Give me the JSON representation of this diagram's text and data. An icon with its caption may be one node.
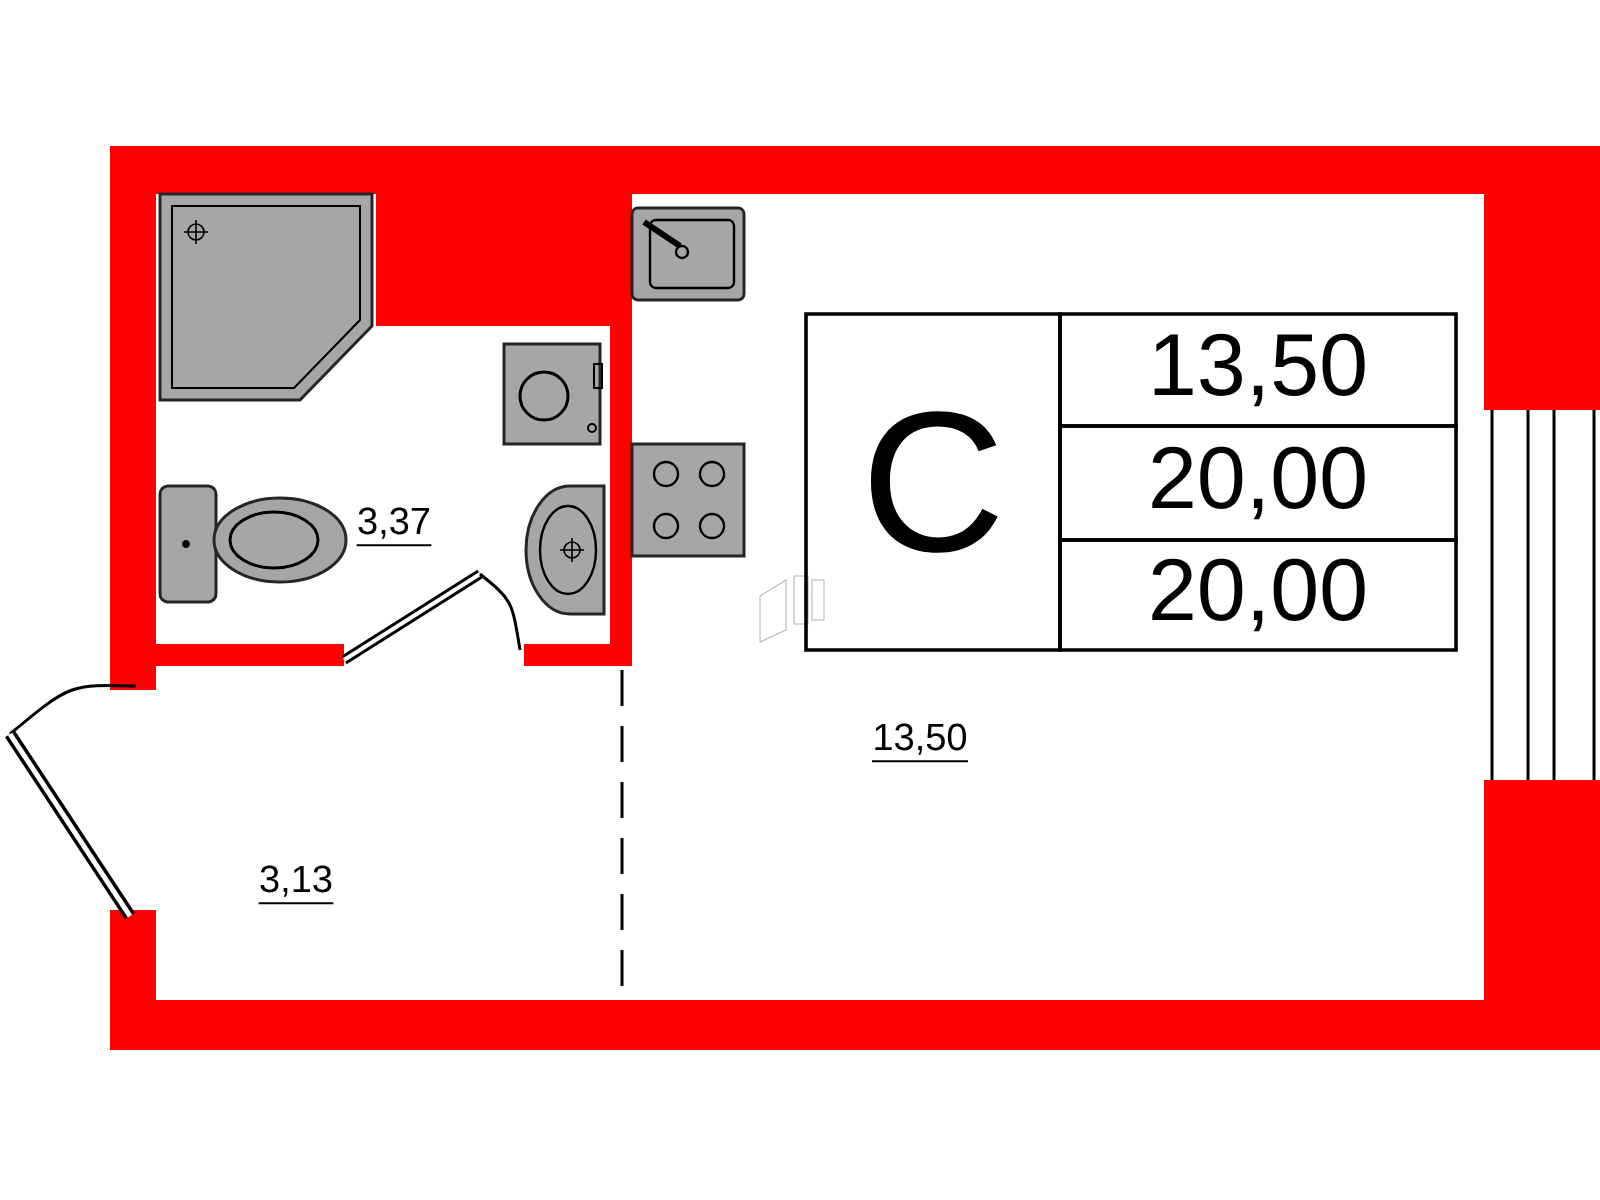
{
  "diagram": {
    "nodes": [
      {
        "text": [
          "C"
        ]
      },
      {
        "text": [
          "13,50"
        ]
      },
      {
        "text": [
          "20,00"
        ]
      },
      {
        "text": [
          "20,00"
        ]
      }
    ],
    "labels": [
      "3,37",
      "13,50",
      "3,13"
    ]
  }
}
